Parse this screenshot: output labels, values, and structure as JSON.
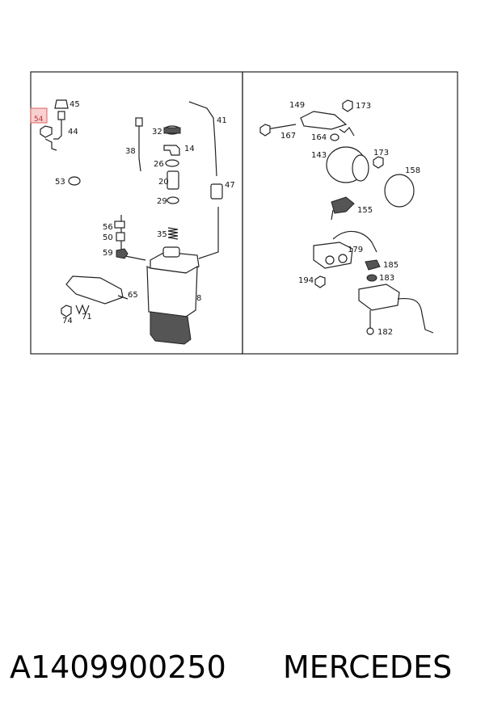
{
  "labels": {
    "l45": "45",
    "l54": "54",
    "l44": "44",
    "l32": "32",
    "l41": "41",
    "l38": "38",
    "l14": "14",
    "l26": "26",
    "l20": "20",
    "l47": "47",
    "l53": "53",
    "l29": "29",
    "l56": "56",
    "l50": "50",
    "l35": "35",
    "l59": "59",
    "l65": "65",
    "l8": "8",
    "l74": "74",
    "l71": "71",
    "l149": "149",
    "l173a": "173",
    "l167": "167",
    "l164": "164",
    "l143": "143",
    "l173b": "173",
    "l158": "158",
    "l155": "155",
    "l179": "179",
    "l185": "185",
    "l194": "194",
    "l183": "183",
    "l182": "182"
  },
  "caption": {
    "part_number": "A1409900250",
    "brand": "MERCEDES"
  },
  "colors": {
    "highlight": "#e06060",
    "highlight_fill": "#f8d0d0",
    "frame": "#222222"
  }
}
